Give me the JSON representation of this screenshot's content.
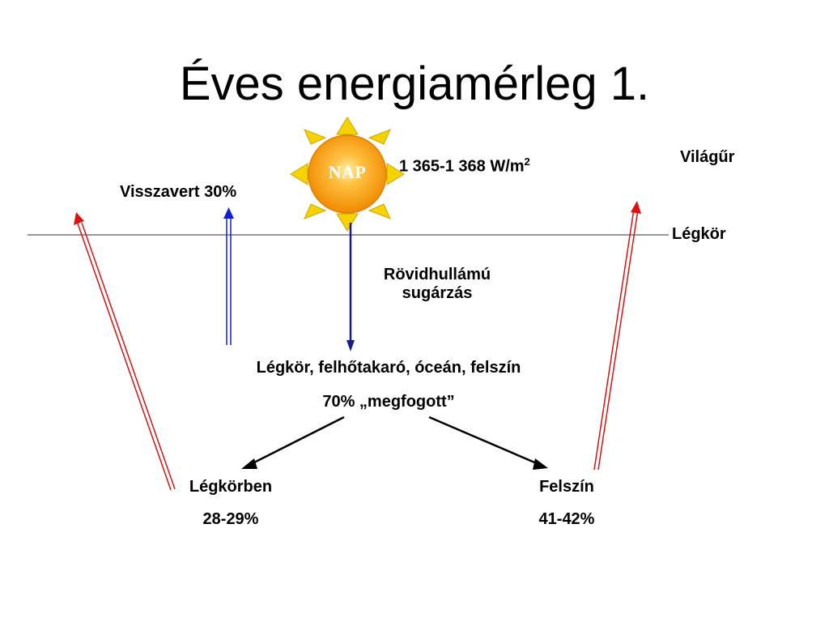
{
  "title": "Éves energiamérleg 1.",
  "sun": {
    "label": "NAP"
  },
  "solar_constant": {
    "value": "1 365-1 368 W/m",
    "sup": "2"
  },
  "labels": {
    "space": "Világűr",
    "atmosphere_line": "Légkör",
    "reflected": "Visszavert 30%",
    "shortwave_line1": "Rövidhullámú",
    "shortwave_line2": "sugárzás",
    "absorbed_line1": "Légkör, felhőtakaró, óceán, felszín",
    "absorbed_line2": "70% „megfogott”",
    "in_atmosphere": "Légkörben",
    "in_atmosphere_pct": "28-29%",
    "surface": "Felszín",
    "surface_pct": "41-42%"
  },
  "colors": {
    "sun_ray": "#f5d200",
    "sun_core": "#f59a10",
    "shortwave_arrow": "#1a1a8a",
    "reflected_arrow": "#1020d0",
    "longwave_arrow": "#dd1111",
    "split_arrow": "#000000",
    "atmosphere_line": "#777777"
  }
}
